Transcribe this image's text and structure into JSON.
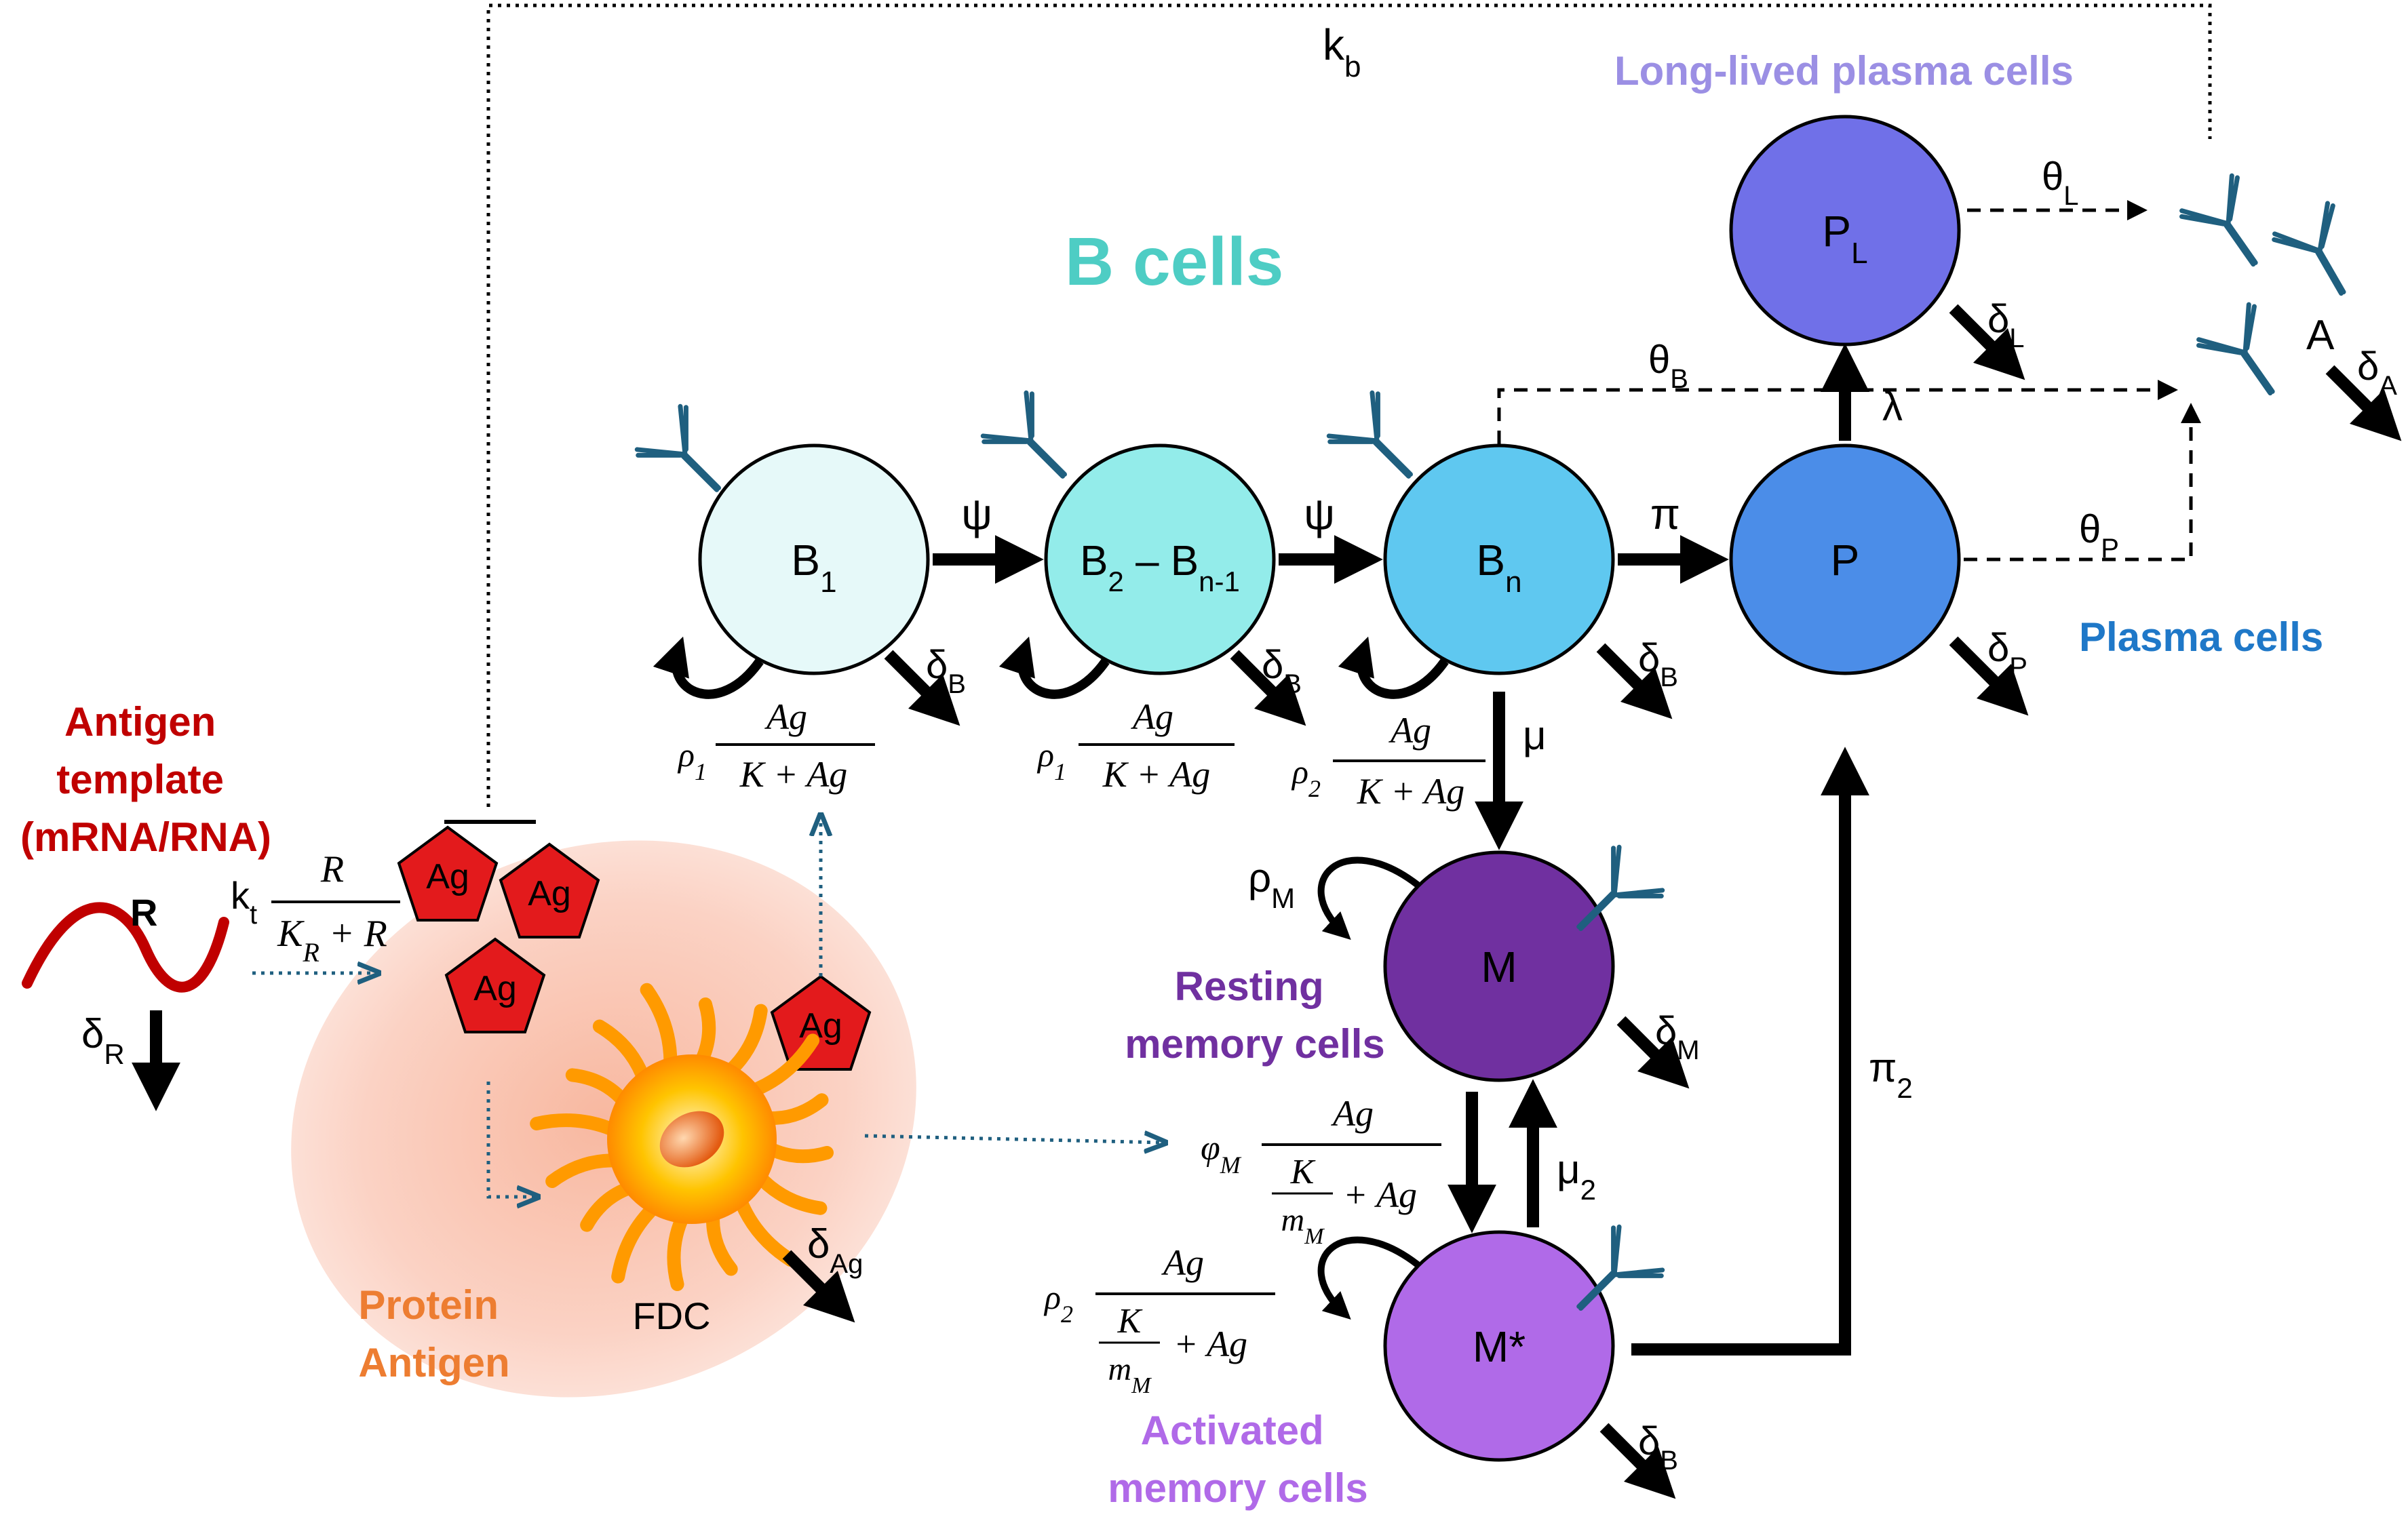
{
  "title": "B cells",
  "labels": {
    "antigen_template": [
      "Antigen",
      "template",
      "(mRNA/RNA)"
    ],
    "R": "R",
    "protein_antigen": [
      "Protein",
      "Antigen"
    ],
    "fdc": "FDC",
    "ag": "Ag",
    "long_lived": "Long-lived plasma cells",
    "plasma_cells": "Plasma cells",
    "resting_memory": [
      "Resting",
      "memory cells"
    ],
    "activated_memory": [
      "Activated",
      "memory cells"
    ],
    "A": "A"
  },
  "nodes": {
    "B1": {
      "label": "B",
      "sub": "1"
    },
    "B2": {
      "label": "B",
      "sub": "2",
      "dash": " – B",
      "sub2": "n-1"
    },
    "Bn": {
      "label": "B",
      "sub": "n"
    },
    "P": {
      "label": "P"
    },
    "PL": {
      "label": "P",
      "sub": "L"
    },
    "M": {
      "label": "M"
    },
    "Mstar": {
      "label": "M*"
    }
  },
  "rates": {
    "kb": {
      "main": "k",
      "sub": "b"
    },
    "kt": {
      "main": "k",
      "sub": "t"
    },
    "psi": "ψ",
    "pi": "π",
    "pi2": {
      "main": "π",
      "sub": "2"
    },
    "mu": "μ",
    "mu2": {
      "main": "μ",
      "sub": "2"
    },
    "lambda": "λ",
    "rhoM": {
      "main": "ρ",
      "sub": "M"
    },
    "thetaL": {
      "main": "θ",
      "sub": "L"
    },
    "thetaB": {
      "main": "θ",
      "sub": "B"
    },
    "thetaP": {
      "main": "θ",
      "sub": "P"
    },
    "deltaR": {
      "main": "δ",
      "sub": "R"
    },
    "deltaAg": {
      "main": "δ",
      "sub": "Ag"
    },
    "deltaB": {
      "main": "δ",
      "sub": "B"
    },
    "deltaP": {
      "main": "δ",
      "sub": "P"
    },
    "deltaL": {
      "main": "δ",
      "sub": "L"
    },
    "deltaM": {
      "main": "δ",
      "sub": "M"
    },
    "deltaA": {
      "main": "δ",
      "sub": "A"
    }
  },
  "formulas": {
    "f_rho1": {
      "coef": "ρ",
      "coef_sub": "1",
      "num": "Ag",
      "den": "K + Ag"
    },
    "f_rho2": {
      "coef": "ρ",
      "coef_sub": "2",
      "num": "Ag",
      "den": "K + Ag"
    },
    "f_kt": {
      "num": "R",
      "den_main": "K",
      "den_sub": "R",
      "den_rest": " + R"
    },
    "f_phiM": {
      "coef": "φ",
      "coef_sub": "M",
      "num": "Ag",
      "inner_num": "K",
      "inner_den": "m",
      "inner_den_sub": "M",
      "den_rest": "+ Ag"
    },
    "f_rho2M": {
      "coef": "ρ",
      "coef_sub": "2",
      "num": "Ag",
      "inner_num": "K",
      "inner_den": "m",
      "inner_den_sub": "M",
      "den_rest": "+ Ag"
    }
  },
  "colors": {
    "title": "#4ecdc4",
    "antigen_template": "#c00000",
    "protein_antigen": "#ed7d31",
    "long_lived": "#9b8fe4",
    "plasma_cells": "#1f78c8",
    "resting_memory": "#7030a0",
    "activated_memory": "#b06ae8",
    "antibody": "#1f5f7f",
    "B1": "#e6f9f9",
    "B2": "#93ecea",
    "Bn": "#5fc8f0",
    "P": "#4b8de8",
    "PL": "#7070e8",
    "M": "#7030a0",
    "Mstar": "#b06ae8",
    "ag": "#e31a1c"
  }
}
